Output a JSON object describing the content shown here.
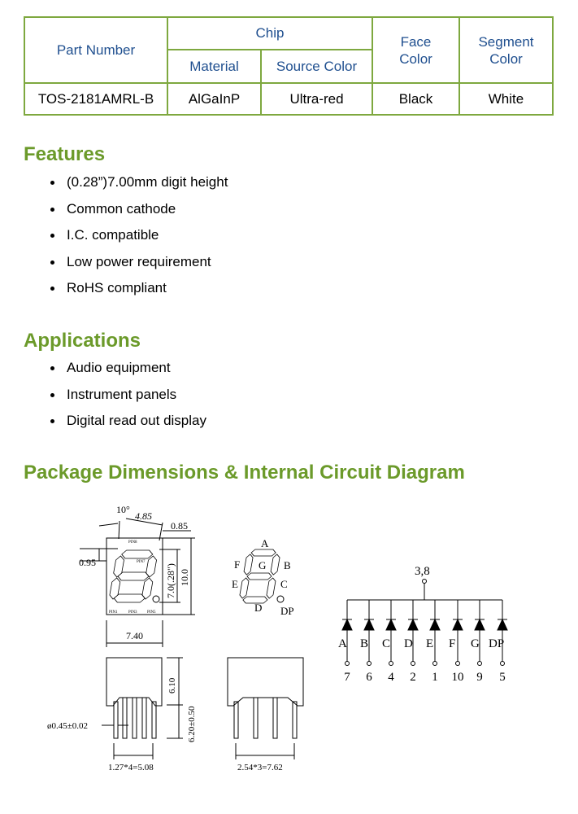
{
  "table": {
    "headers": {
      "part_number": "Part Number",
      "chip": "Chip",
      "material": "Material",
      "source_color": "Source Color",
      "face_color_1": "Face",
      "face_color_2": "Color",
      "segment_color_1": "Segment",
      "segment_color_2": "Color"
    },
    "row": {
      "part_number": "TOS-2181AMRL-B",
      "material": "AlGaInP",
      "source_color": "Ultra-red",
      "face_color": "Black",
      "segment_color": "White"
    }
  },
  "features": {
    "title": "Features",
    "items": [
      "(0.28”)7.00mm digit height",
      "Common cathode",
      "I.C. compatible",
      "Low power requirement",
      "RoHS compliant"
    ]
  },
  "applications": {
    "title": "Applications",
    "items": [
      "Audio equipment",
      "Instrument panels",
      "Digital read out display"
    ]
  },
  "package": {
    "title": "Package Dimensions & Internal Circuit Diagram",
    "front_dims": {
      "angle": "10°",
      "seg_width": "4.85",
      "offset": "0.85",
      "left": "0.95",
      "digit_height": "7.0(.28\")",
      "height": "10.0",
      "width": "7.40",
      "pin8": "PIN8",
      "pin7": "PIN7",
      "pin1": "PIN1",
      "pin3": "PIN3",
      "pin5": "PIN5"
    },
    "segments": {
      "a": "A",
      "b": "B",
      "c": "C",
      "d": "D",
      "e": "E",
      "f": "F",
      "g": "G",
      "dp": "DP"
    },
    "side_dims": {
      "body_height": "6.10",
      "pin_length": "6.20±0.50",
      "pin_diameter": "ø0.45±0.02",
      "pitch_front": "1.27*4=5.08",
      "pitch_side": "2.54*3=7.62"
    },
    "circuit": {
      "common": "3,8",
      "labels": [
        "A",
        "B",
        "C",
        "D",
        "E",
        "F",
        "G",
        "DP"
      ],
      "pins": [
        "7",
        "6",
        "4",
        "2",
        "1",
        "10",
        "9",
        "5"
      ]
    }
  }
}
